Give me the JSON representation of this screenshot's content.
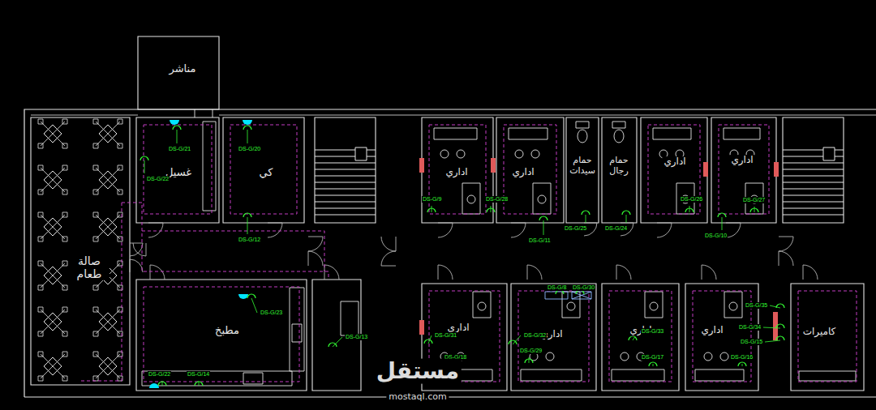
{
  "diagram": {
    "nodes": [
      {
        "text": [
          "مناشر"
        ]
      },
      {
        "text": [
          "غسيل"
        ]
      },
      {
        "text": [
          "كي"
        ]
      },
      {
        "text": [
          "اداري"
        ]
      },
      {
        "text": [
          "اداري"
        ]
      },
      {
        "text": [
          "حمام سيدات"
        ]
      },
      {
        "text": [
          "حمام رجال"
        ]
      },
      {
        "text": [
          "اداري"
        ]
      },
      {
        "text": [
          "اداري"
        ]
      },
      {
        "text": [
          "صالة طعام"
        ]
      },
      {
        "text": [
          "مطبخ"
        ]
      },
      {
        "text": [
          "اداري"
        ]
      },
      {
        "text": [
          "اداري"
        ]
      },
      {
        "text": [
          "اداري"
        ]
      },
      {
        "text": [
          "اداري"
        ]
      },
      {
        "text": [
          "كاميرات"
        ]
      }
    ],
    "labels": [
      "DS-G/21",
      "DS-G/22",
      "DS-G/20",
      "DS-G/12",
      "DS-G/9",
      "DS-G/28",
      "DS-G/11",
      "DS-G/25",
      "DS-G/24",
      "DS-G/26",
      "DS-G/10",
      "DS-G/27",
      "DS-G/23",
      "DS-G/13",
      "DS-G/22",
      "DS-G/14",
      "DS-G/31",
      "DS-G/18",
      "DS-G/8",
      "DS-G/30",
      "DS-G/32",
      "DS-G/29",
      "DS-G/33",
      "DS-G/17",
      "DS-G/35",
      "DS-G/34",
      "DS-G/15",
      "DS-G/16",
      "مستقل",
      "mostaql.com"
    ]
  }
}
